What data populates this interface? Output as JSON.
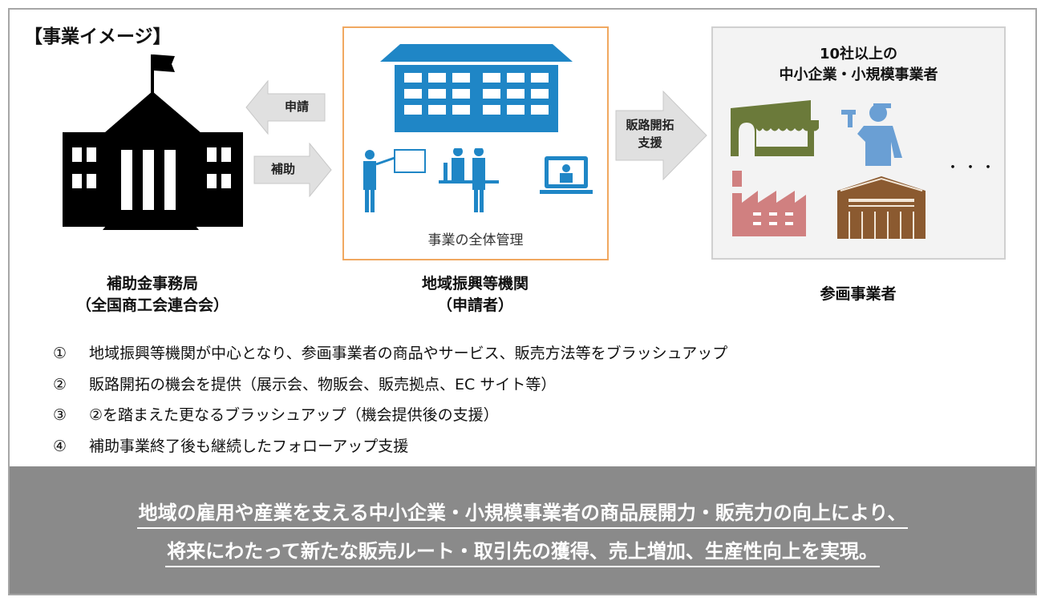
{
  "title": "【事業イメージ】",
  "arrows": {
    "apply": "申請",
    "subsidy": "補助",
    "sales_support_line1": "販路開拓",
    "sales_support_line2": "支援"
  },
  "org_box": {
    "caption": "事業の全体管理"
  },
  "participants_box": {
    "heading_line1": "10社以上の",
    "heading_line2": "中小企業・小規模事業者",
    "ellipsis": "・・・"
  },
  "labels": {
    "office_line1": "補助金事務局",
    "office_line2": "（全国商工会連合会）",
    "org_line1": "地域振興等機関",
    "org_line2": "（申請者）",
    "participants": "参画事業者"
  },
  "list": [
    {
      "num": "①",
      "text": "地域振興等機関が中心となり、参画事業者の商品やサービス、販売方法等をブラッシュアップ"
    },
    {
      "num": "②",
      "text": "販路開拓の機会を提供（展示会、物販会、販売拠点、EC サイト等）"
    },
    {
      "num": "③",
      "text": "②を踏まえた更なるブラッシュアップ（機会提供後の支援）"
    },
    {
      "num": "④",
      "text": "補助事業終了後も継続したフォローアップ支援"
    }
  ],
  "summary": {
    "line1": "地域の雇用や産業を支える中小企業・小規模事業者の商品展開力・販売力の向上により、",
    "line2": "将来にわたって新たな販売ルート・取引先の獲得、売上増加、生産性向上を実現。"
  },
  "colors": {
    "orange_border": "#f0a860",
    "blue": "#1f86c6",
    "green": "#6b7a3a",
    "lightblue": "#6a9fd4",
    "pink": "#d08080",
    "brown": "#8b5a30",
    "band": "#8a8a8a"
  }
}
